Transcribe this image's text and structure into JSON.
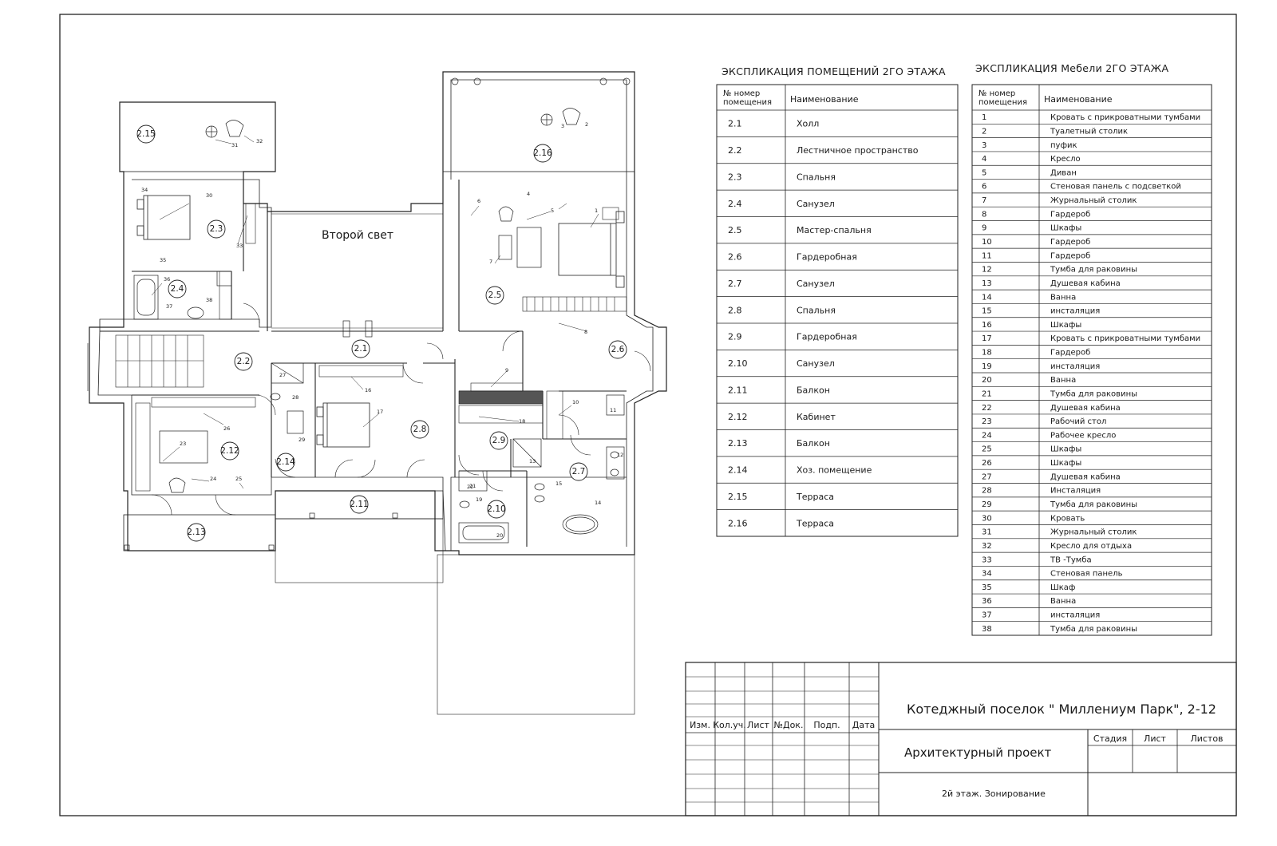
{
  "rooms_table": {
    "title": "ЭКСПЛИКАЦИЯ ПОМЕЩЕНИЙ 2ГО ЭТАЖА",
    "col_num_line1": "№ номер",
    "col_num_line2": "помещения",
    "col_name": "Наименование",
    "rows": [
      {
        "num": "2.1",
        "name": "Холл"
      },
      {
        "num": "2.2",
        "name": "Лестничное пространство"
      },
      {
        "num": "2.3",
        "name": "Спальня"
      },
      {
        "num": "2.4",
        "name": "Санузел"
      },
      {
        "num": "2.5",
        "name": "Мастер-спальня"
      },
      {
        "num": "2.6",
        "name": "Гардеробная"
      },
      {
        "num": "2.7",
        "name": "Санузел"
      },
      {
        "num": "2.8",
        "name": "Спальня"
      },
      {
        "num": "2.9",
        "name": "Гардеробная"
      },
      {
        "num": "2.10",
        "name": "Санузел"
      },
      {
        "num": "2.11",
        "name": "Балкон"
      },
      {
        "num": "2.12",
        "name": "Кабинет"
      },
      {
        "num": "2.13",
        "name": "Балкон"
      },
      {
        "num": "2.14",
        "name": "Хоз. помещение"
      },
      {
        "num": "2.15",
        "name": "Терраса"
      },
      {
        "num": "2.16",
        "name": "Терраса"
      }
    ]
  },
  "furniture_table": {
    "title": "ЭКСПЛИКАЦИЯ Мебели 2ГО ЭТАЖА",
    "col_num_line1": "№ номер",
    "col_num_line2": "помещения",
    "col_name": "Наименование",
    "rows": [
      {
        "num": "1",
        "name": "Кровать с прикроватными тумбами"
      },
      {
        "num": "2",
        "name": "Туалетный столик"
      },
      {
        "num": "3",
        "name": "пуфик"
      },
      {
        "num": "4",
        "name": "Кресло"
      },
      {
        "num": "5",
        "name": "Диван"
      },
      {
        "num": "6",
        "name": "Стеновая панель с подсветкой"
      },
      {
        "num": "7",
        "name": "Журнальный столик"
      },
      {
        "num": "8",
        "name": "Гардероб"
      },
      {
        "num": "9",
        "name": "Шкафы"
      },
      {
        "num": "10",
        "name": "Гардероб"
      },
      {
        "num": "11",
        "name": "Гардероб"
      },
      {
        "num": "12",
        "name": "Тумба для раковины"
      },
      {
        "num": "13",
        "name": "Душевая кабина"
      },
      {
        "num": "14",
        "name": "Ванна"
      },
      {
        "num": "15",
        "name": "инсталяция"
      },
      {
        "num": "16",
        "name": "Шкафы"
      },
      {
        "num": "17",
        "name": "Кровать с прикроватными тумбами"
      },
      {
        "num": "18",
        "name": "Гардероб"
      },
      {
        "num": "19",
        "name": "инсталяция"
      },
      {
        "num": "20",
        "name": "Ванна"
      },
      {
        "num": "21",
        "name": "Тумба для раковины"
      },
      {
        "num": "22",
        "name": "Душевая кабина"
      },
      {
        "num": "23",
        "name": "Рабочий стол"
      },
      {
        "num": "24",
        "name": "Рабочее кресло"
      },
      {
        "num": "25",
        "name": "Шкафы"
      },
      {
        "num": "26",
        "name": "Шкафы"
      },
      {
        "num": "27",
        "name": "Душевая кабина"
      },
      {
        "num": "28",
        "name": "Инсталяция"
      },
      {
        "num": "29",
        "name": "Тумба для раковины"
      },
      {
        "num": "30",
        "name": "Кровать"
      },
      {
        "num": "31",
        "name": "Журнальный столик"
      },
      {
        "num": "32",
        "name": "Кресло для отдыха"
      },
      {
        "num": "33",
        "name": "ТВ -Тумба"
      },
      {
        "num": "34",
        "name": "Стеновая панель"
      },
      {
        "num": "35",
        "name": "Шкаф"
      },
      {
        "num": "36",
        "name": "Ванна"
      },
      {
        "num": "37",
        "name": "инсталяция"
      },
      {
        "num": "38",
        "name": "Тумба для раковины"
      }
    ]
  },
  "title_block": {
    "col_izm": "Изм.",
    "col_kol": "Кол.уч.",
    "col_list": "Лист",
    "col_doc": "№Док.",
    "col_podp": "Подп.",
    "col_data": "Дата",
    "project_name": "Котеджный поселок \" Миллениум Парк\", 2-12",
    "project_type": "Архитектурный проект",
    "sheet_title": "2й этаж. Зонирование",
    "col_stage": "Стадия",
    "col_sheet": "Лист",
    "col_sheets": "Листов"
  },
  "plan": {
    "double_height_label": "Второй свет",
    "room_labels": [
      "2.1",
      "2.2",
      "2.3",
      "2.4",
      "2.5",
      "2.6",
      "2.7",
      "2.8",
      "2.9",
      "2.10",
      "2.11",
      "2.12",
      "2.13",
      "2.14",
      "2.15",
      "2.16"
    ],
    "furniture_numbers": [
      "1",
      "2",
      "3",
      "4",
      "5",
      "6",
      "7",
      "8",
      "9",
      "10",
      "11",
      "12",
      "13",
      "14",
      "15",
      "16",
      "17",
      "18",
      "19",
      "20",
      "21",
      "22",
      "23",
      "24",
      "25",
      "26",
      "27",
      "28",
      "29",
      "30",
      "31",
      "32",
      "33",
      "34",
      "35",
      "36",
      "37",
      "38"
    ]
  }
}
